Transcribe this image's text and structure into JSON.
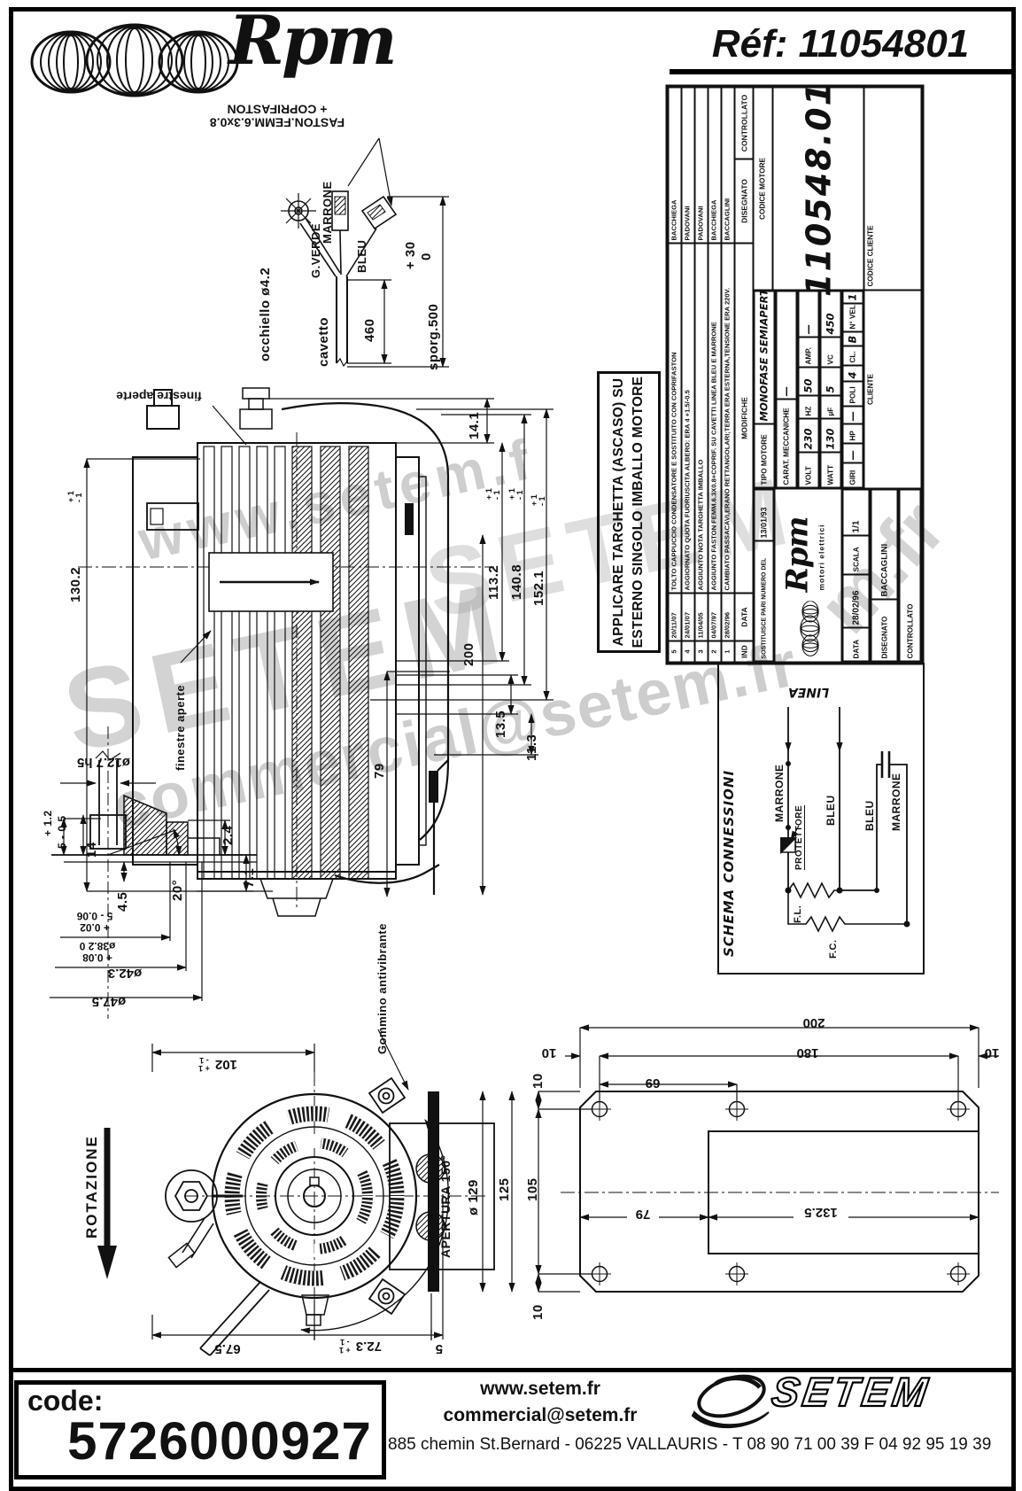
{
  "header": {
    "brand": "Rpm",
    "ref_label": "Réf:",
    "ref_value": "11054801"
  },
  "watermarks": {
    "w1": "www.setem.f",
    "w2": "SETEM",
    "w3": "commercial@setem.fr",
    "w4": "m.fr",
    "w5": "SETEM"
  },
  "cable_detail": {
    "faston_line1": "FASTON.FEMM.6.3x0.8",
    "faston_line2": "+ COPRIFASTON",
    "occhiello": "occhiello ø4.2",
    "gverde": "G.VERDE",
    "marrone": "MARRONE",
    "bleu": "BLEU",
    "cavetto": "cavetto",
    "dim460": "460",
    "sporg": "sporg.500",
    "sporg_tol_p": "+ 30",
    "sporg_tol_z": "0"
  },
  "side_view": {
    "finestre": "finestre aperte",
    "tol_p": "+ 1",
    "tol_m": "- 1",
    "dim130": "130.2",
    "dim14": "14.1",
    "dim113": "113.2",
    "dim140": "140.8",
    "dim152": "152.1",
    "dim200": "200",
    "dim79": "79",
    "dim13_5": "13.5",
    "dim11_3": "11.3"
  },
  "shaft_detail": {
    "dia12": "ø12.7 h5",
    "tol12_p": "+ 1.2",
    "dim5a": "5 - 0.5",
    "dim14": "14",
    "dim4_5": "4.5",
    "dim5b_p": "+ 0.02",
    "dim5b": "5 - 0.06",
    "dia38_p": "+ 0.08",
    "dia38": "ø38.2  0",
    "dia42": "ø42.3",
    "dia47": "ø47.5",
    "ang20": "20°",
    "dim2_4": "2.4",
    "dim7_1": "7.1"
  },
  "note_box": {
    "line1": "APPLICARE TARGHETTA (ASCASO) SU",
    "line2": "ESTERNO SINGOLO IMBALLO MOTORE"
  },
  "title_block": {
    "revisions": [
      {
        "ind": "5",
        "date": "20/11/07",
        "text": "TOLTO CAPPUCCIO CONDENSATORE E SOSTITUITO CON COPRIFASTON",
        "name": "BACCHIEGA"
      },
      {
        "ind": "4",
        "date": "24/01/07",
        "text": "AGGIORNATO QUOTA FUORIUSCITA ALBERO: ERA 4 +1.5/-0.5",
        "name": "PADOVANI"
      },
      {
        "ind": "3",
        "date": "11/04/05",
        "text": "AGGIUNTO NOTA TARGHETTA IMBALLO",
        "name": "PADOVANI"
      },
      {
        "ind": "2",
        "date": "04/07/97",
        "text": "AGGIUNTO FASTON FEMM.6.3X0.8+COPRIF. SU CAVETTI LINEA BLEU E MARRONE",
        "name": "BACCHIEGA"
      },
      {
        "ind": "1",
        "date": "28/02/96",
        "text": "CAMBIATO PASSACAVI,ERANO RETTANGOLARI;TERRA ERA ESTERNA,TENSIONE ERA 220V.",
        "name": "BACCAGLINI"
      }
    ],
    "rev_header": {
      "ind": "IND",
      "date": "DATA",
      "mod": "MODIFICHE",
      "dis": "DISEGNATO",
      "con": "CONTROLLATO"
    },
    "sostituisce_label": "SOSTITUISCE PARI NUMERO DEL",
    "sostituisce_date": "13/01/93",
    "logo_text": "Rpm",
    "logo_sub": "motori elettrici",
    "data_label": "DATA",
    "data_value": "28/02/96",
    "scala_label": "SCALA",
    "scala_value": "1/1",
    "disegnato_label": "DISEGNATO",
    "disegnato_value": "BACCAGLINI",
    "controllato_label": "CONTROLLATO",
    "tipo_label": "TIPO MOTORE",
    "tipo_value": "MONOFASE SEMIAPERTO",
    "carat_label": "CARAT. MECCANICHE",
    "carat_value": "—",
    "spec": {
      "volt_l": "VOLT",
      "volt_v": "230",
      "hz_l": "HZ",
      "hz_v": "50",
      "amp_l": "AMP.",
      "amp_v": "—",
      "watt_l": "WATT",
      "watt_v": "130",
      "uf_l": "µF",
      "uf_v": "5",
      "vc_l": "VC",
      "vc_v": "450",
      "giri_l": "GIRI",
      "giri_v": "—",
      "hp_l": "HP",
      "hp_v": "—",
      "poli_l": "POLI",
      "poli_v": "4",
      "cl_l": "CL.",
      "cl_v": "B",
      "nvel_l": "N° VEL.",
      "nvel_v": "1"
    },
    "cliente_label": "CLIENTE",
    "codice_motore_label": "CODICE MOTORE",
    "codice_motore_value": "110548.01",
    "codice_cliente_label": "CODICE CLIENTE"
  },
  "schema": {
    "title": "SCHEMA CONNESSIONI",
    "linea": "LINEA",
    "marrone": "MARRONE",
    "bleu": "BLEU",
    "protettore": "PROTETTORE",
    "fl": "F.L.",
    "fc": "F.C.",
    "bleu2": "BLEU",
    "marrone2": "MARRONE"
  },
  "front_view": {
    "rotazione": "ROTAZIONE",
    "apertura": "APERTURA 150°",
    "gommino": "Gommino antivibrante",
    "dim102": "102",
    "tol_p": "+ 1",
    "tol_m": "- 1",
    "dim67": "67.5",
    "dim72": "72.3",
    "dim5": "5"
  },
  "plate_view": {
    "dim200": "200",
    "dim180": "180",
    "dim69": "69",
    "dim10": "10",
    "dim125": "125",
    "dim105": "105",
    "dim79": "79",
    "dim132": "132.5",
    "dia129": "ø 129"
  },
  "footer": {
    "code_label": "code:",
    "code_value": "5726000927",
    "site": "www.setem.fr",
    "email": "commercial@setem.fr",
    "brand": "SETEM",
    "address": "885 chemin St.Bernard  -  06225 VALLAURIS  -  T 08 90 71 00 39   F 04 92 95 19 39"
  }
}
